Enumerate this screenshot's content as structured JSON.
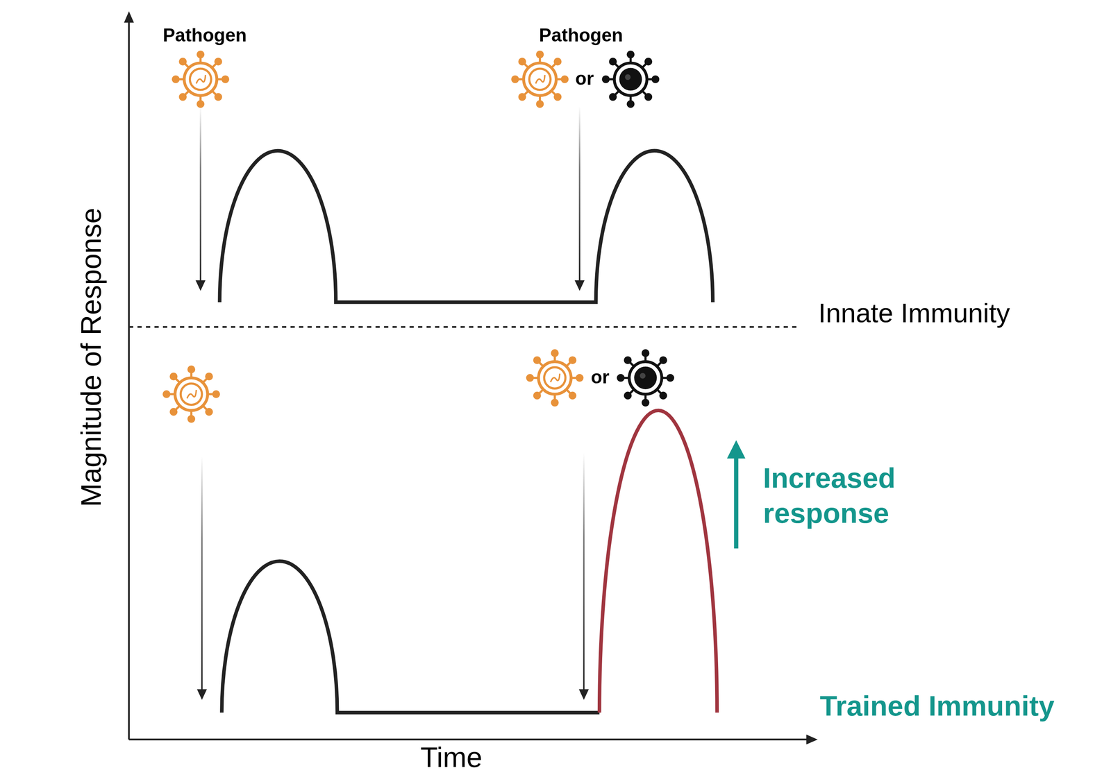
{
  "diagram": {
    "labels": [
      "Pathogen",
      "Pathogen",
      "or",
      "Innate Immunity",
      "Magnitude of Response",
      "or",
      "Increased response",
      "Trained Immunity",
      "Time"
    ]
  }
}
